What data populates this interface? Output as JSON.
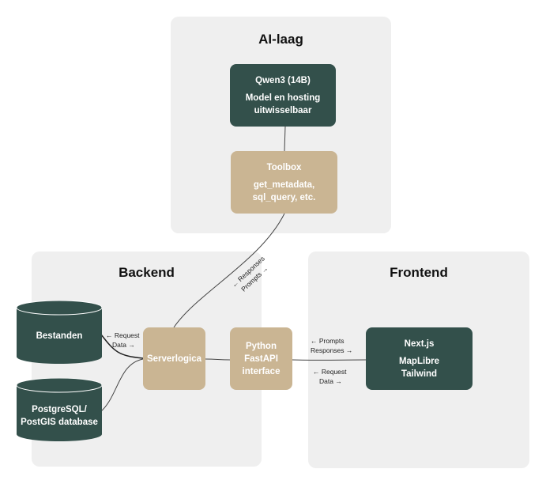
{
  "groups": {
    "ai": "AI-laag",
    "backend": "Backend",
    "frontend": "Frontend"
  },
  "nodes": {
    "qwen": {
      "title": "Qwen3 (14B)",
      "lines": [
        "Model en hosting",
        "uitwisselbaar"
      ]
    },
    "toolbox": {
      "title": "Toolbox",
      "lines": [
        "get_metadata,",
        "sql_query, etc."
      ]
    },
    "serverlogica": "Serverlogica",
    "fastapi": [
      "Python",
      "FastAPI",
      "interface"
    ],
    "nextjs": {
      "title": "Next.js",
      "lines": [
        "MapLibre",
        "Tailwind"
      ]
    },
    "bestanden": "Bestanden",
    "postgres": [
      "PostgreSQL/",
      "PostGIS database"
    ]
  },
  "edge_labels": {
    "ai_backend": {
      "line1": "← Responses",
      "line2": "Prompts →"
    },
    "db_server": {
      "line1": "← Request",
      "line2": "Data →"
    },
    "api_front_top": {
      "line1": "← Prompts",
      "line2": "Responses →"
    },
    "api_front_bottom": {
      "line1": "← Request",
      "line2": "Data →"
    }
  },
  "colors": {
    "dark": "#33504b",
    "tan": "#cab593",
    "group_bg": "#efefef"
  }
}
